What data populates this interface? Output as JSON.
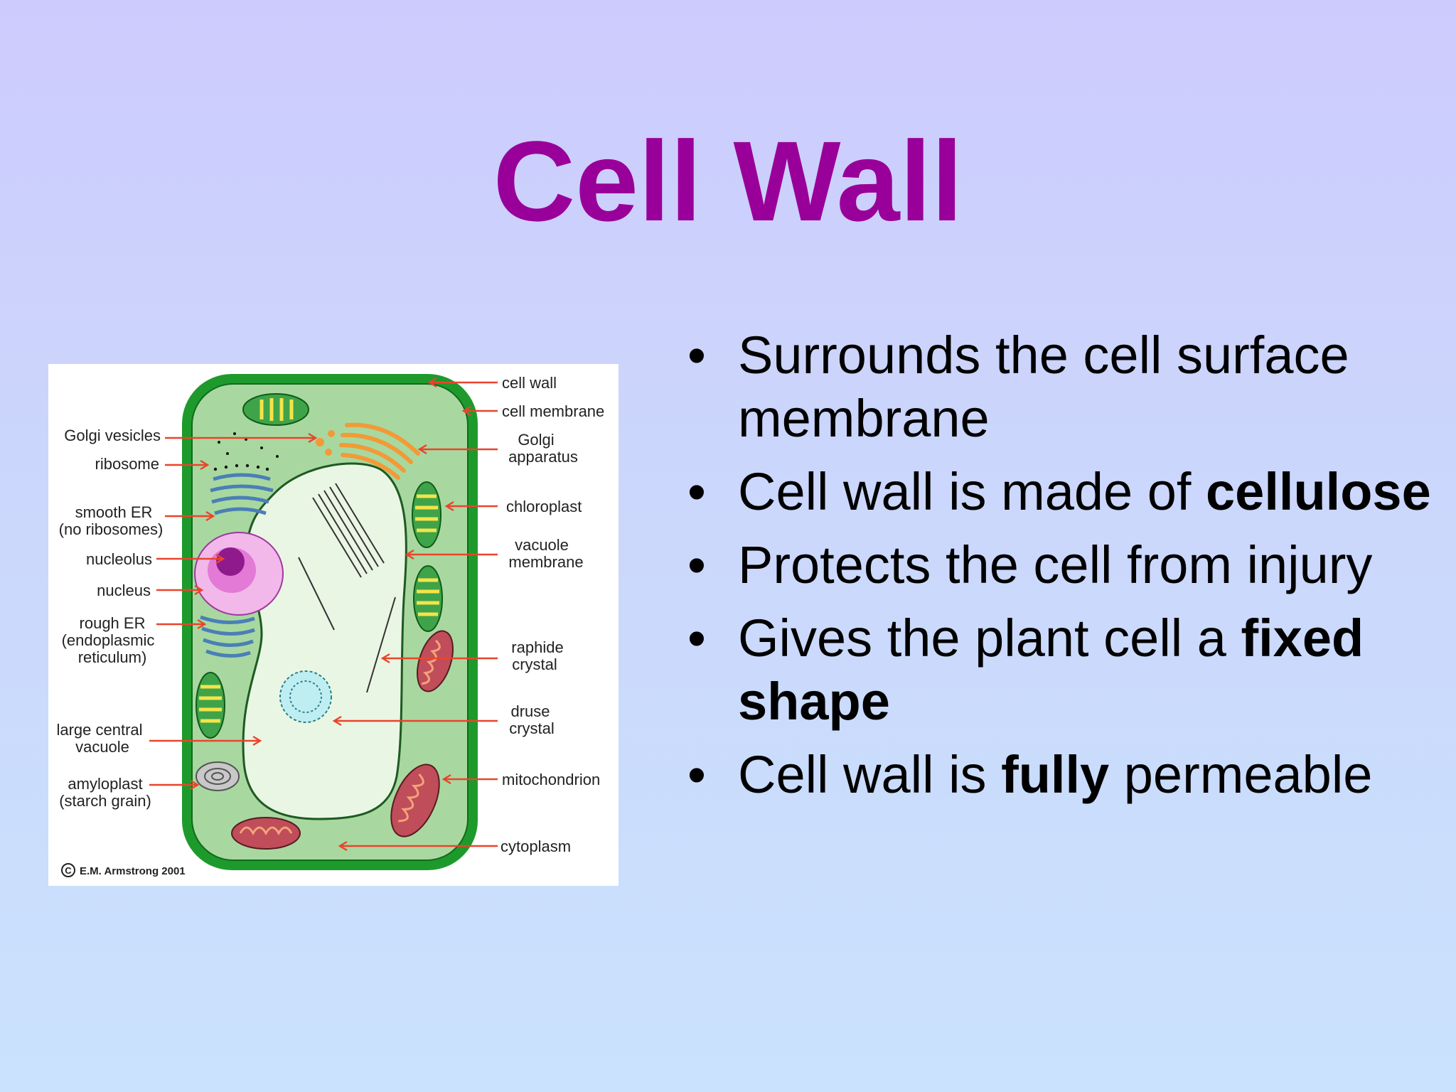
{
  "slide": {
    "title": "Cell Wall"
  },
  "diagram": {
    "labels_left": {
      "golgi_vesicles": "Golgi vesicles",
      "ribosome": "ribosome",
      "smooth_er_1": "smooth ER",
      "smooth_er_2": "(no ribosomes)",
      "nucleolus": "nucleolus",
      "nucleus": "nucleus",
      "rough_er_1": "rough ER",
      "rough_er_2": "(endoplasmic",
      "rough_er_3": "reticulum)",
      "large_vacuole_1": "large central",
      "large_vacuole_2": "vacuole",
      "amyloplast_1": "amyloplast",
      "amyloplast_2": "(starch grain)"
    },
    "labels_right": {
      "cell_wall": "cell wall",
      "cell_membrane": "cell membrane",
      "golgi_1": "Golgi",
      "golgi_2": "apparatus",
      "chloroplast": "chloroplast",
      "vacuole_membrane_1": "vacuole",
      "vacuole_membrane_2": "membrane",
      "raphide_1": "raphide",
      "raphide_2": "crystal",
      "druse_1": "druse",
      "druse_2": "crystal",
      "mitochondrion": "mitochondrion",
      "cytoplasm": "cytoplasm"
    },
    "copyright": "E.M. Armstrong 2001",
    "colors": {
      "cell_wall": "#1e9a2c",
      "cytoplasm": "#a8d8a0",
      "vacuole": "#eaf6e4",
      "arrow": "#e8452c"
    }
  },
  "bullets": [
    {
      "pre": "Surrounds the cell surface membrane",
      "bold": "",
      "post": ""
    },
    {
      "pre": "Cell wall is made of ",
      "bold": "cellulose",
      "post": ""
    },
    {
      "pre": "Protects the cell from injury",
      "bold": "",
      "post": ""
    },
    {
      "pre": "Gives the plant cell a ",
      "bold": "fixed shape",
      "post": ""
    },
    {
      "pre": "Cell wall is ",
      "bold": "fully",
      "post": " permeable"
    }
  ],
  "bullet_glyph": "•"
}
